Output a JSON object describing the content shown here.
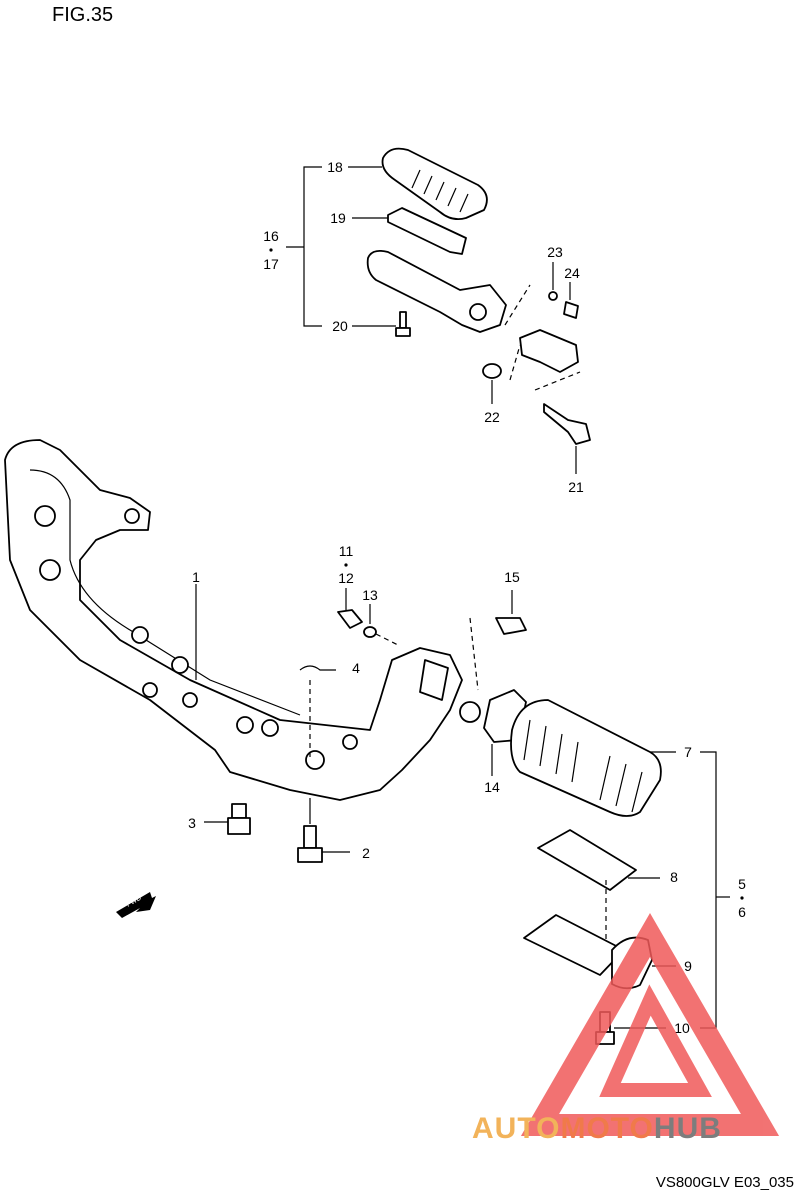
{
  "figure": {
    "title": "FIG.35",
    "code": "VS800GLV E03_035"
  },
  "fwd_label": "FWD",
  "watermark": {
    "part1": "AUTO",
    "part2": "MOTO",
    "part3": "HUB"
  },
  "callouts": {
    "c1": "1",
    "c2": "2",
    "c3": "3",
    "c4": "4",
    "c5": "5",
    "c6": "6",
    "c7": "7",
    "c8": "8",
    "c9": "9",
    "c10": "10",
    "c11": "11",
    "c12": "12",
    "c13": "13",
    "c14": "14",
    "c15": "15",
    "c16": "16",
    "c17": "17",
    "c18": "18",
    "c19": "19",
    "c20": "20",
    "c21": "21",
    "c22": "22",
    "c23": "23",
    "c24": "24"
  },
  "colors": {
    "wm_triangle": "#f05a5a",
    "wm_auto": "#f2b35a",
    "wm_moto": "#f07a4a",
    "wm_hub": "#7d7d7d"
  }
}
